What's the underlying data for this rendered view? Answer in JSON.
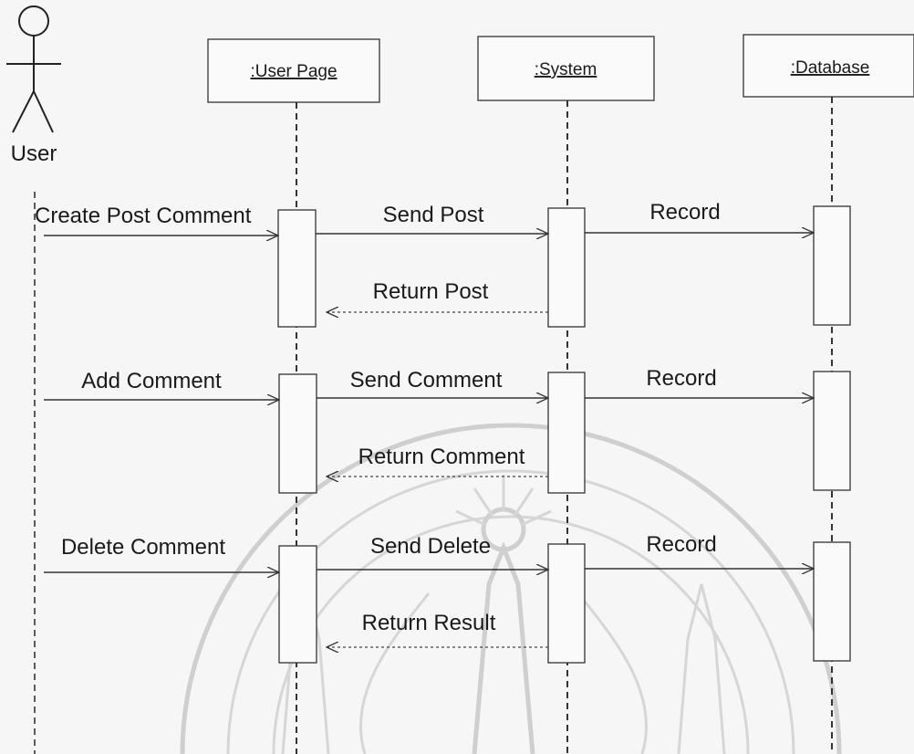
{
  "actor": {
    "label": "User"
  },
  "lifelines": [
    {
      "id": "user-page",
      "label": ":User Page"
    },
    {
      "id": "system",
      "label": ":System"
    },
    {
      "id": "database",
      "label": ":Database"
    }
  ],
  "messages": [
    {
      "id": "create-post-comment",
      "label": "Create Post Comment",
      "from": "actor",
      "to": "user-page",
      "kind": "sync"
    },
    {
      "id": "send-post",
      "label": "Send Post",
      "from": "user-page",
      "to": "system",
      "kind": "sync"
    },
    {
      "id": "record-1",
      "label": "Record",
      "from": "system",
      "to": "database",
      "kind": "sync"
    },
    {
      "id": "return-post",
      "label": "Return Post",
      "from": "system",
      "to": "user-page",
      "kind": "return"
    },
    {
      "id": "add-comment",
      "label": "Add Comment",
      "from": "actor",
      "to": "user-page",
      "kind": "sync"
    },
    {
      "id": "send-comment",
      "label": "Send Comment",
      "from": "user-page",
      "to": "system",
      "kind": "sync"
    },
    {
      "id": "record-2",
      "label": "Record",
      "from": "system",
      "to": "database",
      "kind": "sync"
    },
    {
      "id": "return-comment",
      "label": "Return Comment",
      "from": "system",
      "to": "user-page",
      "kind": "return"
    },
    {
      "id": "delete-comment",
      "label": "Delete Comment",
      "from": "actor",
      "to": "user-page",
      "kind": "sync"
    },
    {
      "id": "send-delete",
      "label": "Send Delete",
      "from": "user-page",
      "to": "system",
      "kind": "sync"
    },
    {
      "id": "record-3",
      "label": "Record",
      "from": "system",
      "to": "database",
      "kind": "sync"
    },
    {
      "id": "return-result",
      "label": "Return Result",
      "from": "system",
      "to": "user-page",
      "kind": "return"
    }
  ],
  "watermark": {
    "description": "university seal",
    "color": "#cfcfcf"
  }
}
